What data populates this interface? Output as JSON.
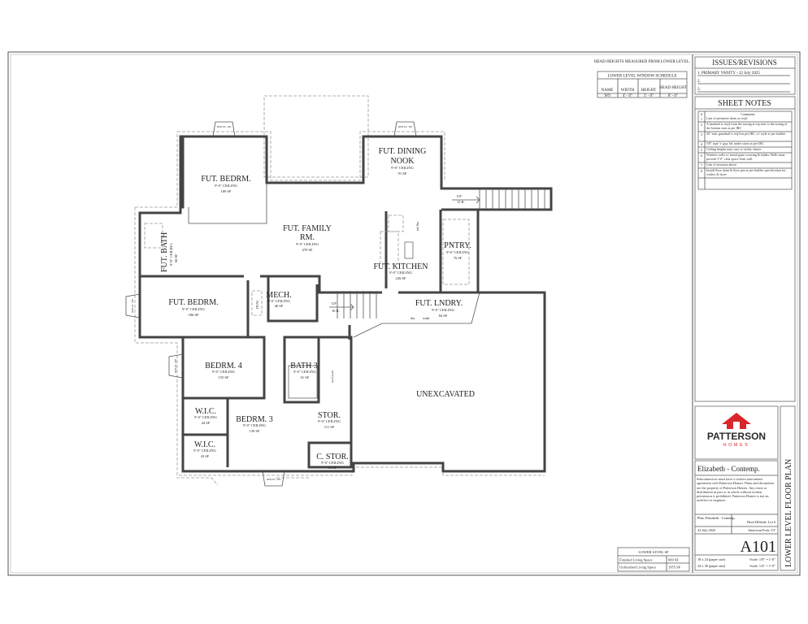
{
  "window_schedule": {
    "note": "HEAD HEIGHTS MEASURED FROM LOWER LEVEL.",
    "title": "LOWER LEVEL WINDOW SCHEDULE",
    "headers": [
      "NAME",
      "WIDTH",
      "HEIGHT",
      "HEAD HEIGHT"
    ],
    "rows": [
      [
        "W9",
        "4' - 0\"",
        "5' - 0\"",
        "8' - 0\""
      ]
    ]
  },
  "revisions": {
    "title": "ISSUES/REVISIONS",
    "items": [
      "1.  PRIMARY VANITY - 22 July 2025",
      "2.",
      "3."
    ]
  },
  "sheet_notes": {
    "title": "SHEET NOTES",
    "headers": [
      "#",
      "Comments"
    ],
    "rows": [
      [
        "1",
        "Line of perimeter drain as req'd"
      ],
      [
        "2",
        "A handrail is req'd from the nosing at top stair to the nosing of the bottom stair as per IRC"
      ],
      [
        "3",
        "36\" min. guardrail is req'd as per IRC, w/ style as per builder"
      ],
      [
        "4",
        "5/8\" type 'x' gyp. bd. under stairs as per IRC"
      ],
      [
        "5",
        "Ceiling heights may vary w/ utility chases"
      ],
      [
        "6",
        "Window wells w/ metal grate covering & ladder. Wells must provide 3'-0\" clear space from wall."
      ],
      [
        "7",
        "Line of structure above"
      ],
      [
        "8",
        "Install floor drain & floor pan as per builder specification for washer & dryer"
      ]
    ]
  },
  "logo": {
    "name": "PATTERSON",
    "sub": "HOMES",
    "red": "#d9262b",
    "dark": "#2b2b2b"
  },
  "title_block": {
    "project": "Elizabeth - Contemp.",
    "disclaimer": "Subcontractors must have a written subcontract agreement with Patterson Homes. Plans and documents are the property of Patterson Homes. Any reuse or distribution in part or in whole without written permission is prohibited. Patterson Homes is not an architect or engineer.",
    "plan": "Plan: Elizabeth - Contemp.",
    "lot": "Beck Hillside, Lot 6",
    "date": "22 July 2025",
    "location": "American Fork, UT",
    "sheet_number": "A101",
    "scale_1_left": "18 x 24 (paper size)",
    "scale_1_right": "Scale: 1/8\" = 1'-0\"",
    "scale_2_left": "24 x 36 (paper size)",
    "scale_2_right": "Scale: 1/4\" = 1'-0\"",
    "sheet_title": "LOWER LEVEL FLOOR PLAN"
  },
  "area_table": {
    "title": "LOWER LEVEL SF",
    "rows": [
      [
        "Finished Living Space",
        "669 SF"
      ],
      [
        "Unfinished Living Space",
        "1955 SF"
      ]
    ]
  },
  "rooms": [
    {
      "name": "FUT. BEDRM.",
      "ceiling": "9'-0\" CEILING",
      "area": "189 SF"
    },
    {
      "name": "FUT. FAMILY",
      "name2": "RM.",
      "ceiling": "9'-0\" CEILING",
      "area": "470 SF"
    },
    {
      "name": "FUT. BATH",
      "ceiling": "9'-0\" CEILING",
      "area": "68 SF"
    },
    {
      "name": "FUT. BEDRM.",
      "ceiling": "9'-0\" CEILING",
      "area": "186 SF"
    },
    {
      "name": "MECH.",
      "ceiling": "9'-0\" CEILING",
      "area": "46 SF"
    },
    {
      "name": "FUT. DINING",
      "name2": "NOOK",
      "ceiling": "9'-0\" CEILING",
      "area": "91 SF"
    },
    {
      "name": "PNTRY.",
      "ceiling": "9'-0\" CEILING",
      "area": "76 SF"
    },
    {
      "name": "FUT. KITCHEN",
      "ceiling": "9'-0\" CEILING",
      "area": "226 SF"
    },
    {
      "name": "FUT. LNDRY.",
      "ceiling": "9'-0\" CEILING",
      "area": "84 SF"
    },
    {
      "name": "BEDRM. 4",
      "ceiling": "9'-0\" CEILING",
      "area": "155 SF"
    },
    {
      "name": "BATH 3",
      "ceiling": "9'-0\" CEILING",
      "area": "61 SF"
    },
    {
      "name": "STOR.",
      "ceiling": "9'-0\" CEILING",
      "area": "111 SF"
    },
    {
      "name": "BEDRM. 3",
      "ceiling": "9'-0\" CEILING",
      "area": "139 SF"
    },
    {
      "name": "W.I.C.",
      "ceiling": "9'-0\" CEILING",
      "area": "44 SF"
    },
    {
      "name": "W.I.C.",
      "ceiling": "9'-0\" CEILING",
      "area": "43 SF"
    },
    {
      "name": "C. STOR.",
      "ceiling": "9'-0\" CEILING",
      "area": "31 SF"
    }
  ],
  "unexcavated": "UNEXCAVATED",
  "stairs": [
    {
      "dir": "UP",
      "risers": "15 R."
    },
    {
      "dir": "UP",
      "risers": "16 R."
    }
  ],
  "fixtures": {
    "hvac": "HVAC",
    "dry": "dry.",
    "wash": "wash.",
    "ref": "ref./frz.",
    "range": "range",
    "shelf": "shelf panel"
  },
  "window_tag": "4050 EL. W9"
}
